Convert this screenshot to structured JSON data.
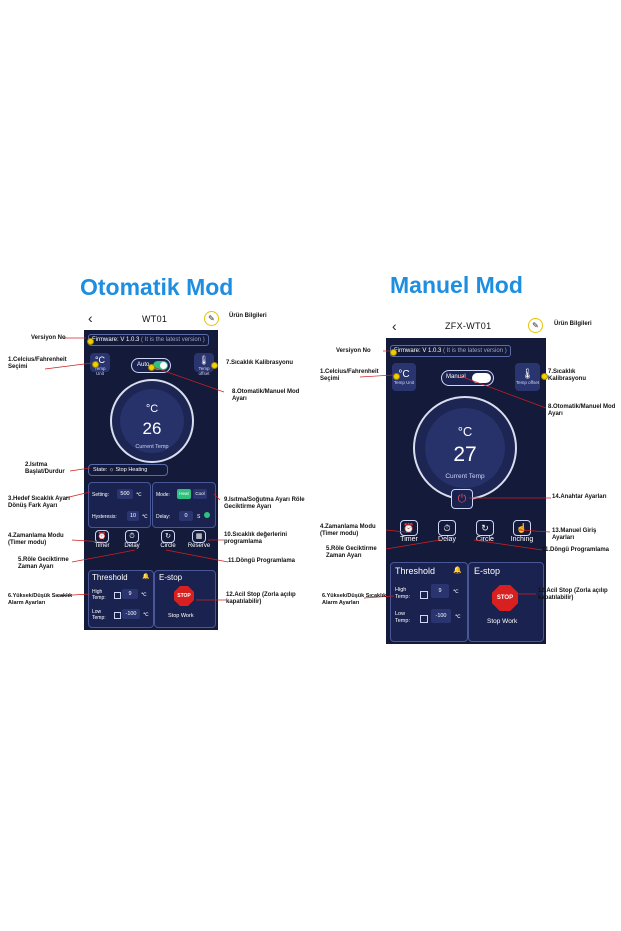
{
  "titles": {
    "left": "Otomatik Mod",
    "right": "Manuel Mod"
  },
  "left": {
    "header_title": "WT01",
    "back_icon": "‹",
    "info_icon": "pencil-icon",
    "firmware_label": "Firmware:",
    "firmware_version": "V 1.0.3",
    "firmware_note": "( It is the latest version )",
    "temp_unit_icon": "°C",
    "temp_unit_label": "Temp Unit",
    "temp_offset_label": "Temp offset",
    "mode_label": "Auto",
    "dial_unit": "°C",
    "dial_temp": "26",
    "dial_label": "Current Temp",
    "state_label": "State:",
    "state_value": "Stop Heating",
    "setting_label": "Setting:",
    "setting_value": "500",
    "setting_unit": "℃",
    "hysteresis_label": "Hysteresis:",
    "hysteresis_value": "10",
    "hysteresis_unit": "℃",
    "mode_panel_label": "Mode:",
    "heat_label": "Heat",
    "cool_label": "Cool",
    "delay_label": "Delay:",
    "delay_value": "0",
    "delay_unit": "S",
    "buttons": {
      "timer": "Timer",
      "delay": "Delay",
      "circle": "Circle",
      "reserve": "Reserve"
    },
    "threshold_title": "Threshold",
    "high_temp_label": "High Temp:",
    "high_temp_value": "9",
    "high_temp_unit": "℃",
    "low_temp_label": "Low Temp:",
    "low_temp_value": "-100",
    "low_temp_unit": "℃",
    "estop_title": "E-stop",
    "estop_sign": "STOP",
    "stop_work_label": "Stop Work",
    "annotations": {
      "info": "Ürün Bilgileri",
      "firmware": "Versiyon No",
      "unit": "1.Celcius/Fahrenheit Seçimi",
      "offset": "7.Sıcaklık Kalibrasyonu",
      "mode": "8.Otomatik/Manuel Mod Ayarı",
      "state": "2.Isıtma Başlat/Durdur",
      "setting": "3.Hedef Sıcaklık Ayarı Dönüş Fark Ayarı",
      "heatcool": "9.Isıtma/Soğutma Ayarı Röle Geciktirme Ayarı",
      "timer": "4.Zamanlama Modu (Timer modu)",
      "reserve": "10.Sıcaklık değerlerini programlama",
      "delay": "5.Röle Geciktirme Zaman Ayarı",
      "circle": "11.Döngü Programlama",
      "threshold": "6.Yüksek/Düşük Sıcaklık Alarm Ayarları",
      "estop": "12.Acil Stop (Zorla açılıp kapatılabilir)"
    }
  },
  "right": {
    "header_title": "ZFX-WT01",
    "back_icon": "‹",
    "info_icon": "pencil-icon",
    "firmware_label": "Firmware:",
    "firmware_version": "V 1.0.3",
    "firmware_note": "( It is the latest version )",
    "temp_unit_icon": "°C",
    "temp_unit_label": "Temp Unit",
    "temp_offset_label": "Temp offset",
    "mode_label": "Manual",
    "dial_unit": "°C",
    "dial_temp": "27",
    "dial_label": "Current Temp",
    "buttons": {
      "timer": "Timer",
      "delay": "Delay",
      "circle": "Circle",
      "inching": "Inching"
    },
    "threshold_title": "Threshold",
    "high_temp_label": "High Temp:",
    "high_temp_value": "9",
    "high_temp_unit": "℃",
    "low_temp_label": "Low Temp:",
    "low_temp_value": "-100",
    "low_temp_unit": "℃",
    "estop_title": "E-stop",
    "estop_sign": "STOP",
    "stop_work_label": "Stop Work",
    "annotations": {
      "info": "Ürün Bilgileri",
      "firmware": "Versiyon No",
      "unit": "1.Celcius/Fahrenheit Seçimi",
      "offset": "7.Sıcaklık Kalibrasyonu",
      "mode": "8.Otomatik/Manuel Mod Ayarı",
      "switch": "14.Anahtar Ayarları",
      "timer": "4.Zamanlama Modu (Timer modu)",
      "inching": "13.Manuel Giriş Ayarları",
      "delay": "5.Röle Geciktirme Zaman Ayarı",
      "circle": "11.Döngü Programlama",
      "threshold": "6.Yüksek/Düşük Sıcaklık Alarm Ayarları",
      "estop": "12.Acil Stop (Zorla açılıp kapatılabilir)"
    }
  },
  "colors": {
    "accent_title": "#1e8fe0",
    "screen_bg": "#141a3a",
    "toggle_on": "#2ec27e",
    "stop_red": "#d82020",
    "annotation_dot": "#f2d000"
  }
}
